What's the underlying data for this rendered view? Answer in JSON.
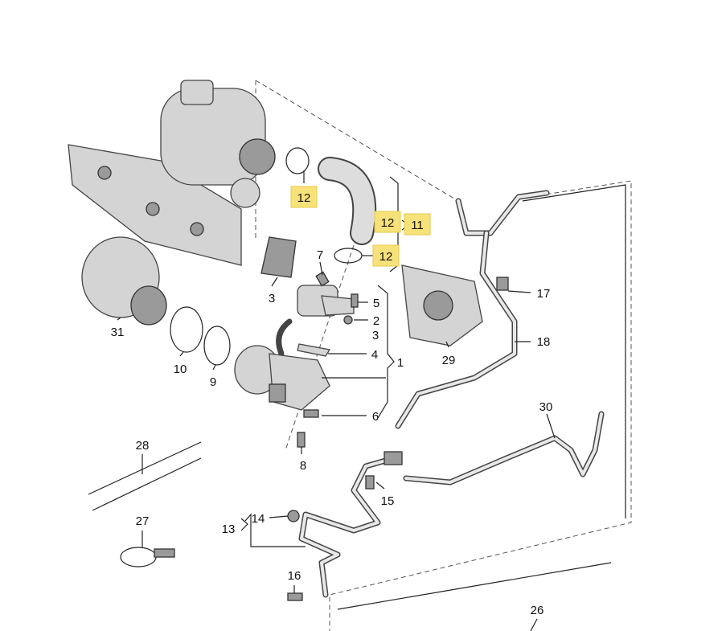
{
  "diagram": {
    "title": "Turbocharger coolant and oil lines parts diagram",
    "labels": {
      "l12a": "12",
      "l12b": "12",
      "l11": "11",
      "l12c": "12",
      "l7": "7",
      "l3a": "3",
      "l5": "5",
      "l2": "2",
      "l3b": "3",
      "l4": "4",
      "l1": "1",
      "l6": "6",
      "l8": "8",
      "l31": "31",
      "l10": "10",
      "l9": "9",
      "l17": "17",
      "l18": "18",
      "l29": "29",
      "l30": "30",
      "l28": "28",
      "l27": "27",
      "l15": "15",
      "l14": "14",
      "l13": "13",
      "l16": "16",
      "l26": "26"
    },
    "highlight_color": "#f7e27a"
  }
}
